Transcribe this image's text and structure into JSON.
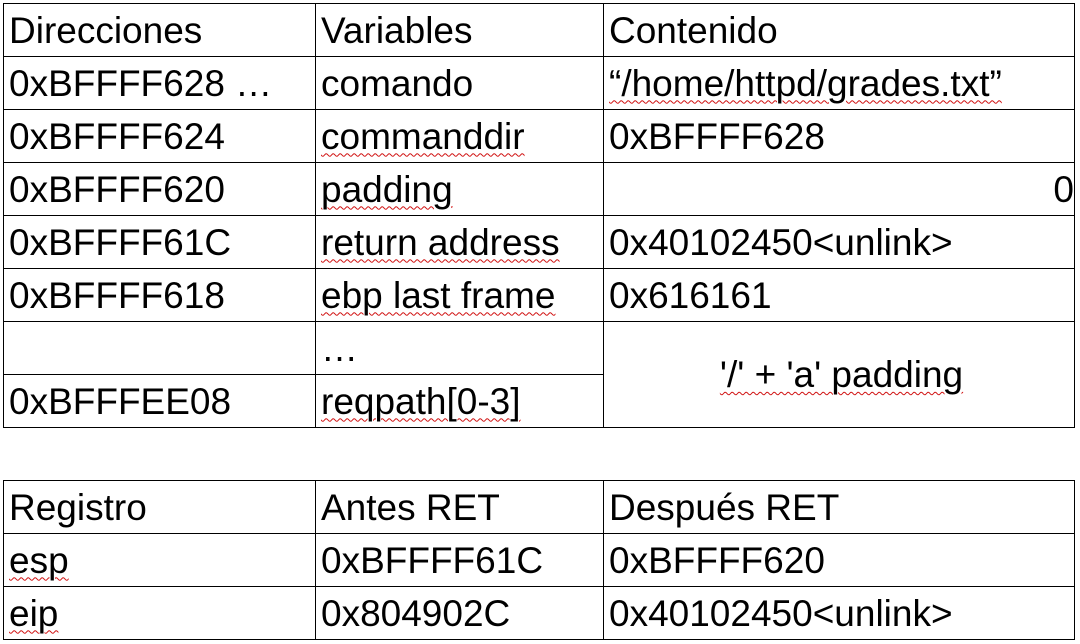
{
  "stack_table": {
    "headers": [
      "Direcciones",
      "Variables",
      "Contenido"
    ],
    "rows": [
      {
        "address": "0xBFFFF628 …",
        "variable": "comando",
        "content": "“/home/httpd/grades.txt”"
      },
      {
        "address": "0xBFFFF624",
        "variable": "commanddir",
        "content": "0xBFFFF628"
      },
      {
        "address": "0xBFFFF620",
        "variable": "padding",
        "content": "0"
      },
      {
        "address": "0xBFFFF61C",
        "variable": "return address",
        "content": "0x40102450<unlink>"
      },
      {
        "address": "0xBFFFF618",
        "variable": "ebp last frame",
        "content": "0x616161"
      },
      {
        "address": "",
        "variable": "…",
        "content": "'/' + 'a' padding"
      },
      {
        "address": "0xBFFFEE08",
        "variable": "reqpath[0-3]",
        "content": ""
      }
    ]
  },
  "register_table": {
    "headers": [
      "Registro",
      "Antes RET",
      "Después RET"
    ],
    "rows": [
      {
        "register": "esp",
        "before": "0xBFFFF61C",
        "after": "0xBFFFF620"
      },
      {
        "register": "eip",
        "before": "0x804902C",
        "after": "0x40102450<unlink>"
      }
    ]
  },
  "colors": {
    "border": "#000000",
    "spellcheck_underline": "#d01010"
  }
}
